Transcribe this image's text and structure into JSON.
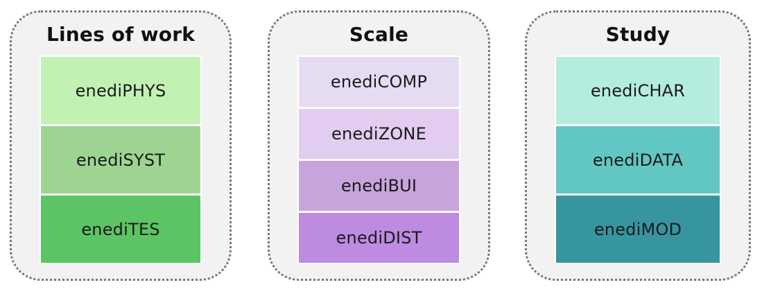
{
  "style": {
    "page_background": "#ffffff",
    "panel_background": "#f2f2f2",
    "panel_border_color": "#777777",
    "block_gap_color": "#ffffff",
    "title_color": "#111111",
    "label_color": "#1a1a1a"
  },
  "panels": [
    {
      "title": "Lines of work",
      "items": [
        {
          "label": "enediPHYS",
          "color": "#c1f2b3"
        },
        {
          "label": "enediSYST",
          "color": "#9dd492"
        },
        {
          "label": "enediTES",
          "color": "#5cc464"
        }
      ]
    },
    {
      "title": "Scale",
      "items": [
        {
          "label": "enediCOMP",
          "color": "#e6dcf2"
        },
        {
          "label": "enediZONE",
          "color": "#e2cdf0"
        },
        {
          "label": "enediBUI",
          "color": "#c8a4dd"
        },
        {
          "label": "enediDIST",
          "color": "#bd8be0"
        }
      ]
    },
    {
      "title": "Study",
      "items": [
        {
          "label": "enediCHAR",
          "color": "#b4edde"
        },
        {
          "label": "enediDATA",
          "color": "#62c6c3"
        },
        {
          "label": "enediMOD",
          "color": "#3795a0"
        }
      ]
    }
  ]
}
